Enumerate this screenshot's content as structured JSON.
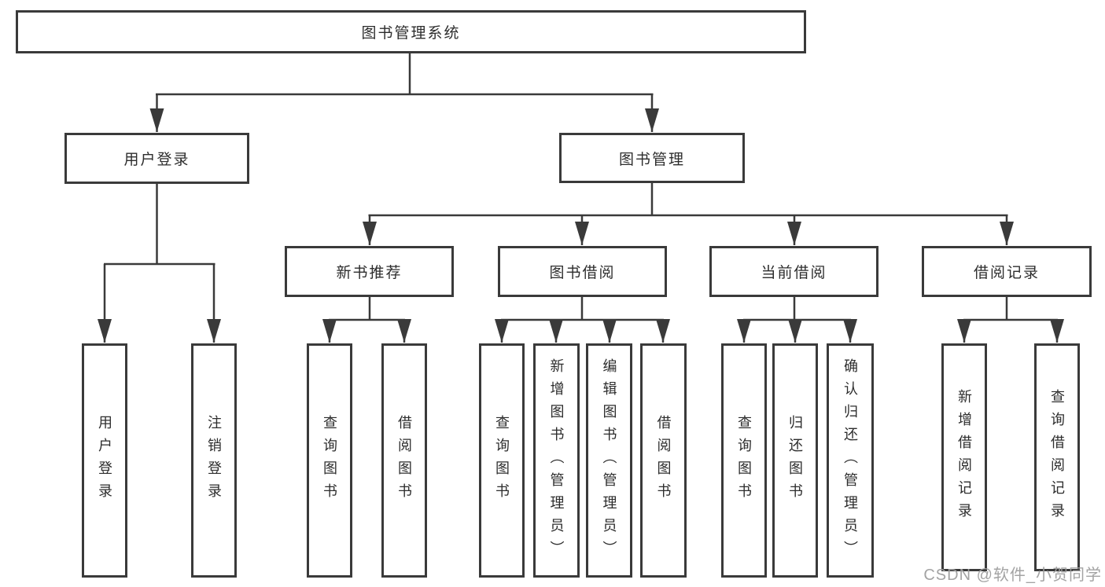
{
  "nodes": {
    "root": "图书管理系统",
    "level2": {
      "user_login": "用户登录",
      "book_mgmt": "图书管理"
    },
    "level3": {
      "new_book": "新书推荐",
      "borrow": "图书借阅",
      "current": "当前借阅",
      "records": "借阅记录"
    },
    "leaves": {
      "user_login_1": "用户登录",
      "user_login_2": "注销登录",
      "new_book_1": "查询图书",
      "new_book_2": "借阅图书",
      "borrow_1": "查询图书",
      "borrow_2": "新增图书（管理员）",
      "borrow_3": "编辑图书（管理员）",
      "borrow_4": "借阅图书",
      "current_1": "查询图书",
      "current_2": "归还图书",
      "current_3": "确认归还（管理员）",
      "records_1": "新增借阅记录",
      "records_2": "查询借阅记录"
    }
  },
  "colors": {
    "line": "#3a3a3a",
    "text": "#2d2d2d",
    "watermark": "#9e9e9e"
  },
  "watermark": "CSDN @软件_小贺同学"
}
